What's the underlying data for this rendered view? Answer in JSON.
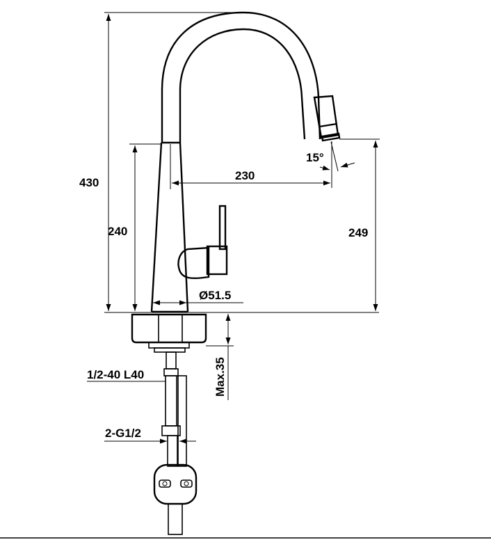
{
  "diagram": {
    "subject": "pull-down kitchen faucet with flexible supply hoses",
    "dimensions": {
      "total_height": "430",
      "body_height": "240",
      "spout_reach": "230",
      "spout_clearance": "249",
      "spray_angle": "15°",
      "base_diameter": "Ø51.5",
      "max_counter_thickness": "Max.35",
      "hose_spec": "1/2-40 L40",
      "connection": "2-G1/2"
    }
  }
}
